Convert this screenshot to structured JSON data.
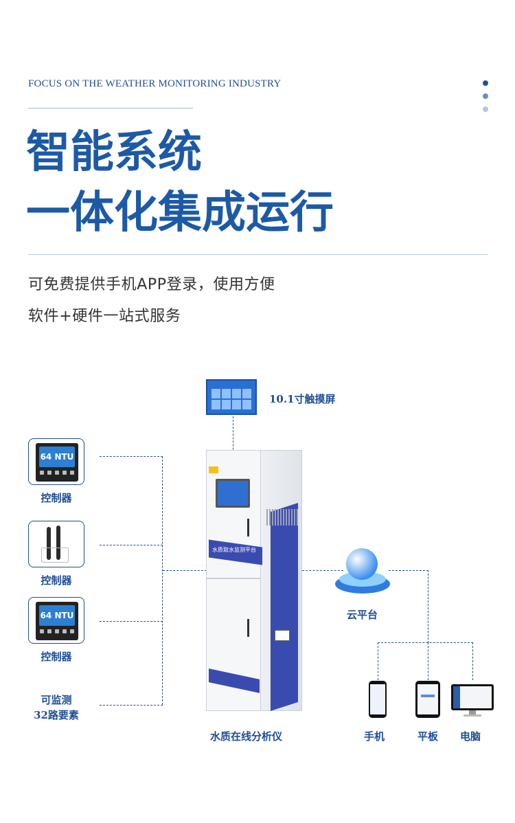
{
  "header": {
    "tagline": "FOCUS ON THE WEATHER MONITORING INDUSTRY",
    "title_line1": "智能系统",
    "title_line2": "一体化集成运行",
    "desc_line1": "可免费提供手机APP登录，使用方便",
    "desc_line2": "软件+硬件一站式服务"
  },
  "diagram": {
    "touchscreen_label": "10.1寸触摸屏",
    "controllers": [
      {
        "label": "控制器",
        "reading": "64 NTU"
      },
      {
        "label": "控制器"
      },
      {
        "label": "控制器",
        "reading": "64 NTU"
      }
    ],
    "monitor_line1": "可监测",
    "monitor_line2": "32路要素",
    "cabinet_sign": "水质取水监测平台",
    "analyzer_label": "水质在线分析仪",
    "cloud_label": "云平台",
    "devices": [
      {
        "label": "手机",
        "icon": "phone-icon"
      },
      {
        "label": "平板",
        "icon": "tablet-icon"
      },
      {
        "label": "电脑",
        "icon": "computer-icon"
      }
    ]
  },
  "colors": {
    "brand_blue": "#1d5aa6",
    "line_blue": "#1f4e96",
    "cabinet_blue": "#3a4bb0"
  }
}
